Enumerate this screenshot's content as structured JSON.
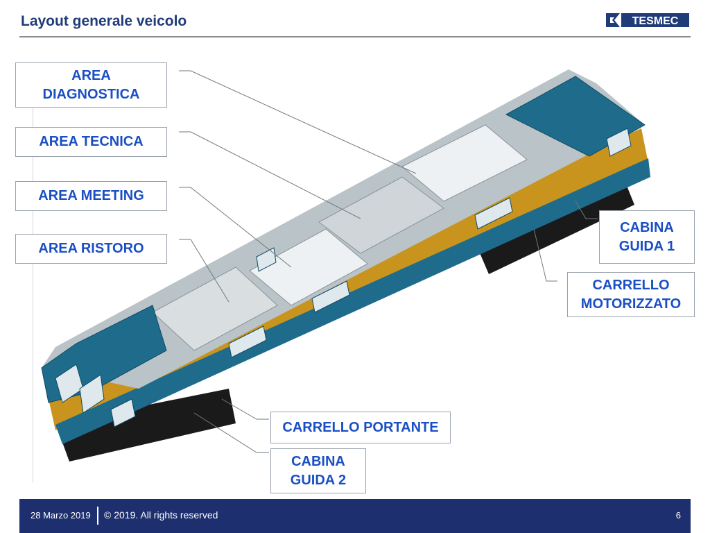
{
  "slide": {
    "title": "Layout generale veicolo",
    "logo_text": "TESMEC"
  },
  "labels": {
    "area_diagnostica": "AREA\nDIAGNOSTICA",
    "area_tecnica": "AREA TECNICA",
    "area_meeting": "AREA MEETING",
    "area_ristoro": "AREA RISTORO",
    "cabina_guida_1": "CABINA\nGUIDA 1",
    "carrello_motorizzato": "CARRELLO\nMOTORIZZATO",
    "carrello_portante": "CARRELLO PORTANTE",
    "cabina_guida_2": "CABINA\nGUIDA 2"
  },
  "footer": {
    "date": "28 Marzo 2019",
    "copyright": "© 2019. All rights reserved",
    "page_number": "6"
  },
  "colors": {
    "title": "#1f3b78",
    "label_text": "#1a4fc4",
    "footer_bg": "#1d2f6e",
    "train_teal": "#1e6b8c",
    "train_yellow": "#c8941e"
  }
}
